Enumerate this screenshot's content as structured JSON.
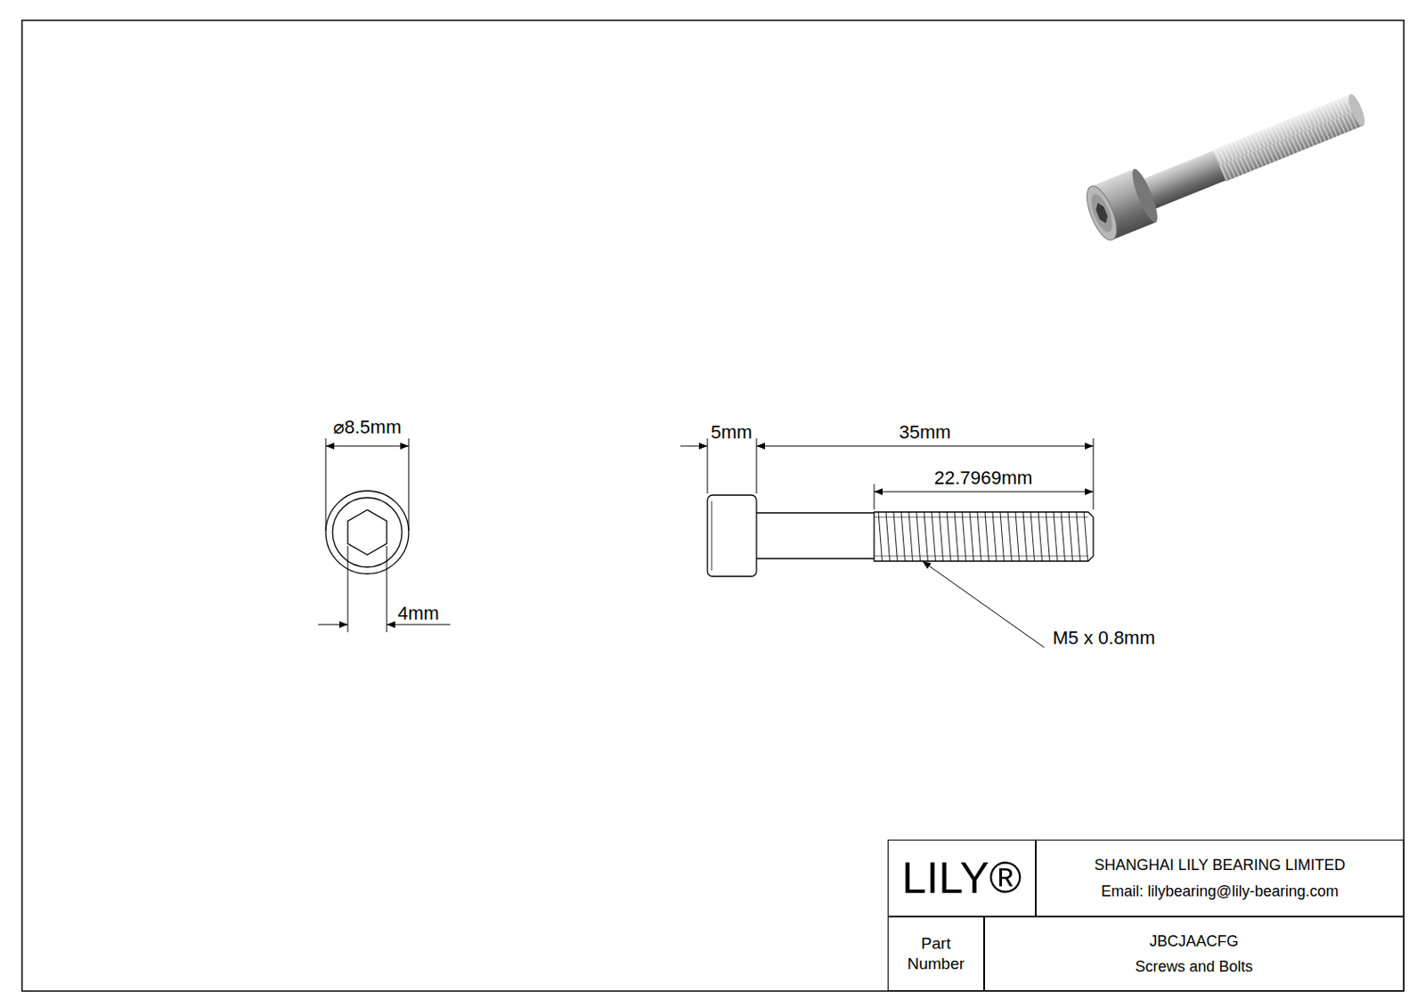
{
  "diagram": {
    "nodes": [
      {
        "text": [
          "LILY®"
        ]
      },
      {
        "text": [
          "SHANGHAI LILY BEARING LIMITED",
          "Email: lilybearing@lily-bearing.com"
        ]
      },
      {
        "text": [
          "Part Number"
        ]
      },
      {
        "text": [
          "JBCJAACFG",
          "Screws and Bolts"
        ]
      }
    ],
    "labels": [
      "⌀8.5mm",
      "4mm",
      "5mm",
      "35mm",
      "22.7969mm",
      "M5 x 0.8mm"
    ]
  }
}
